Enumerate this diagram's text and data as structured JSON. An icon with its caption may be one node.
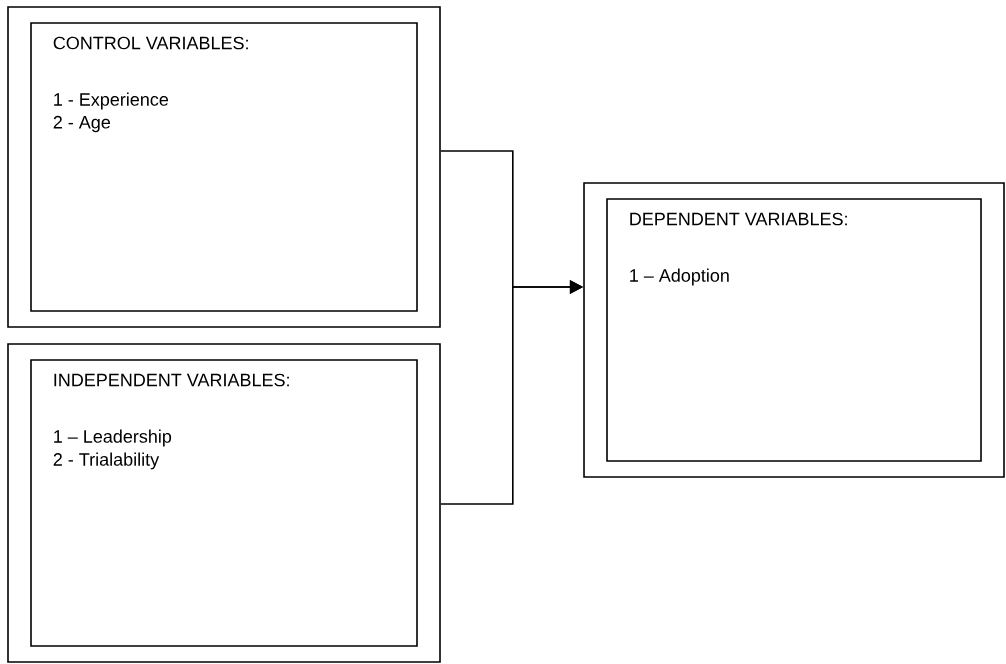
{
  "diagram": {
    "nodes": [
      {
        "text": [
          "CONTROL VARIABLES:",
          "1 - Experience",
          "2 - Age"
        ]
      },
      {
        "text": [
          "INDEPENDENT VARIABLES:",
          "1 – Leadership",
          "2 - Trialability"
        ]
      },
      {
        "text": [
          "DEPENDENT VARIABLES:",
          "1 – Adoption"
        ]
      }
    ],
    "edges": [
      {
        "from": 0,
        "to": 2,
        "arrow": "to"
      },
      {
        "from": 1,
        "to": 2,
        "arrow": "to"
      }
    ]
  }
}
